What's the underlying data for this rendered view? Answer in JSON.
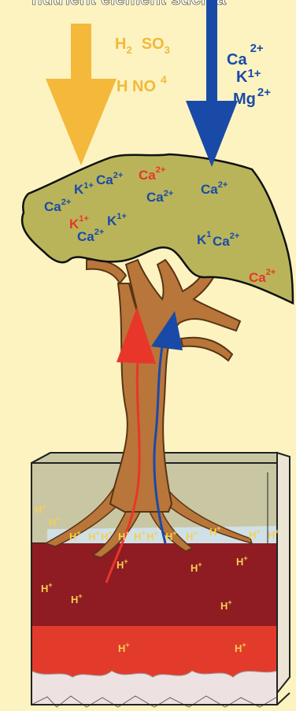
{
  "header_text": "nutrient element such a",
  "acid_inputs": {
    "line1": {
      "a": "H",
      "a_sub": "2",
      "b": "SO",
      "b_sub": "3"
    },
    "line2": {
      "a": "H NO",
      "b_sup": "4"
    }
  },
  "base_inputs": [
    {
      "symbol": "Ca",
      "charge": "2+"
    },
    {
      "symbol": "K",
      "charge": "1+"
    },
    {
      "symbol": "Mg",
      "charge": "2+"
    }
  ],
  "canopy_ions": [
    {
      "symbol": "Ca",
      "charge": "2+",
      "color": "blue"
    },
    {
      "symbol": "K",
      "charge": "1+",
      "color": "blue"
    },
    {
      "symbol": "Ca",
      "charge": "2+",
      "color": "blue"
    },
    {
      "symbol": "Ca",
      "charge": "2+",
      "color": "red"
    },
    {
      "symbol": "Ca",
      "charge": "2+",
      "color": "blue"
    },
    {
      "symbol": "Ca",
      "charge": "2+",
      "color": "blue"
    },
    {
      "symbol": "K",
      "charge": "1+",
      "color": "red"
    },
    {
      "symbol": "K",
      "charge": "1+",
      "color": "blue"
    },
    {
      "symbol": "Ca",
      "charge": "2+",
      "color": "blue"
    },
    {
      "symbol": "K",
      "charge": "1",
      "color": "blue"
    },
    {
      "symbol": "Ca",
      "charge": "2+",
      "color": "blue"
    },
    {
      "symbol": "Ca",
      "charge": "2+",
      "color": "red"
    }
  ],
  "soil_ions": {
    "symbol": "H",
    "charge": "+",
    "count_shown": 21
  },
  "colors": {
    "background": "#fcf3c1",
    "canopy": "#b9b45a",
    "trunk": "#b8763a",
    "acid_arrow": "#f4b83a",
    "base_arrow": "#1a4aa8",
    "red_flow": "#e8362a",
    "soil_dark": "#8e1c22",
    "soil_red": "#e23b2c",
    "soil_water": "#cfe0e6",
    "soil_top": "#c9c6a4",
    "bedrock": "#ede1e1"
  }
}
